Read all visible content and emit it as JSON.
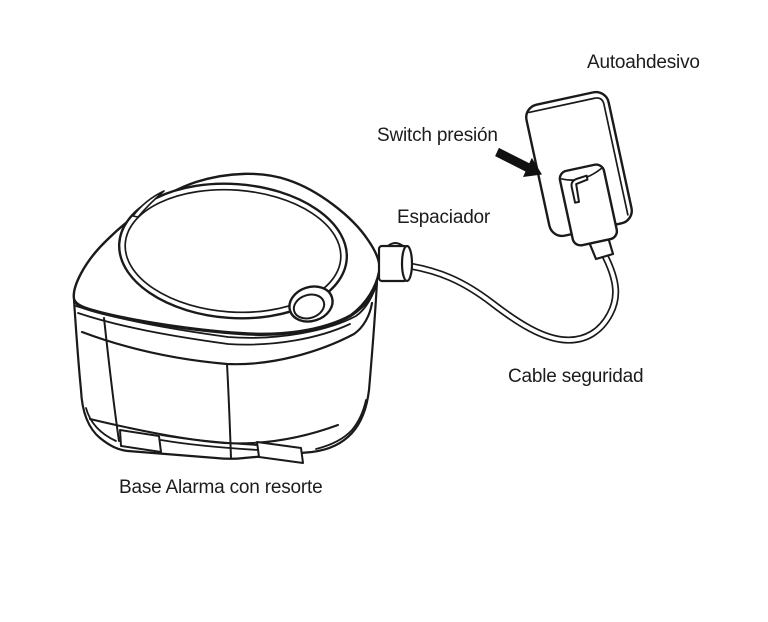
{
  "diagram": {
    "type": "product-parts-diagram",
    "subject": "Alarma antirrobo con base de resorte, cable y switch autoadhesivo",
    "labels": {
      "adhesive": "Autoahdesivo",
      "pressure_switch": "Switch presión",
      "spacer": "Espaciador",
      "security_cable": "Cable seguridad",
      "alarm_base": "Base Alarma con resorte"
    },
    "colors": {
      "line": "#1a1a1a",
      "background": "#ffffff",
      "arrow": "#111111"
    }
  }
}
